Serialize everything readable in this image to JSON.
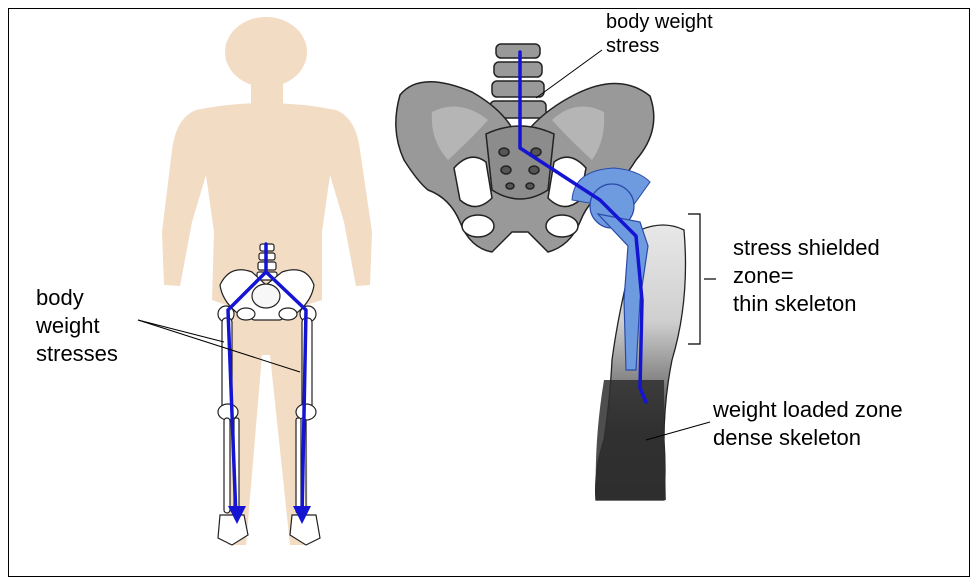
{
  "labels": {
    "body_weight_stress": [
      "body  weight",
      "stress"
    ],
    "body_weight_stresses": [
      "body",
      "weight",
      "stresses"
    ],
    "stress_shielded": [
      "stress  shielded",
      "zone=",
      "thin skeleton"
    ],
    "weight_loaded": [
      "weight loaded zone",
      "dense skeleton"
    ]
  },
  "colors": {
    "silhouette": "#f3dcc4",
    "bone": "#999999",
    "bone_light": "#e6e6e6",
    "stress_line": "#1414d2",
    "implant": "#6e9be0",
    "dense_bone": "#333333"
  }
}
